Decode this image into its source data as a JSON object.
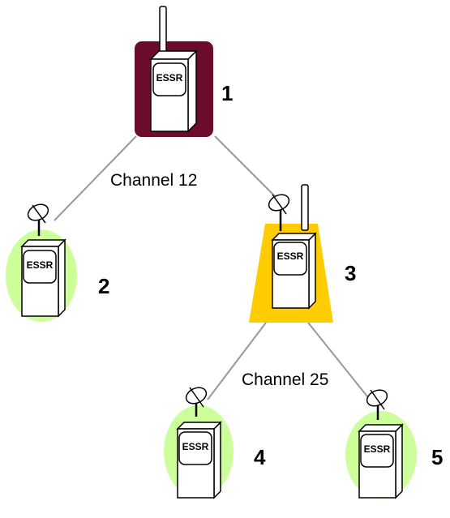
{
  "links": [
    {
      "label": "Channel 12"
    },
    {
      "label": "Channel 25"
    }
  ],
  "nodes": [
    {
      "id": "1",
      "number": "1",
      "label": "ESSR",
      "background": "maroon-square",
      "antenna": "rod"
    },
    {
      "id": "2",
      "number": "2",
      "label": "ESSR",
      "background": "green-ellipse",
      "antenna": "dish"
    },
    {
      "id": "3",
      "number": "3",
      "label": "ESSR",
      "background": "orange-trapezoid",
      "antenna": "dish-and-rod"
    },
    {
      "id": "4",
      "number": "4",
      "label": "ESSR",
      "background": "green-ellipse",
      "antenna": "dish"
    },
    {
      "id": "5",
      "number": "5",
      "label": "ESSR",
      "background": "green-ellipse",
      "antenna": "dish"
    }
  ],
  "colors": {
    "node1_background": "#6b0c2c",
    "node3_background": "#ffcc00",
    "leaf_background": "#ccff99",
    "link_line": "#999999",
    "unit_fill": "#ffffff",
    "outline": "#000000"
  }
}
